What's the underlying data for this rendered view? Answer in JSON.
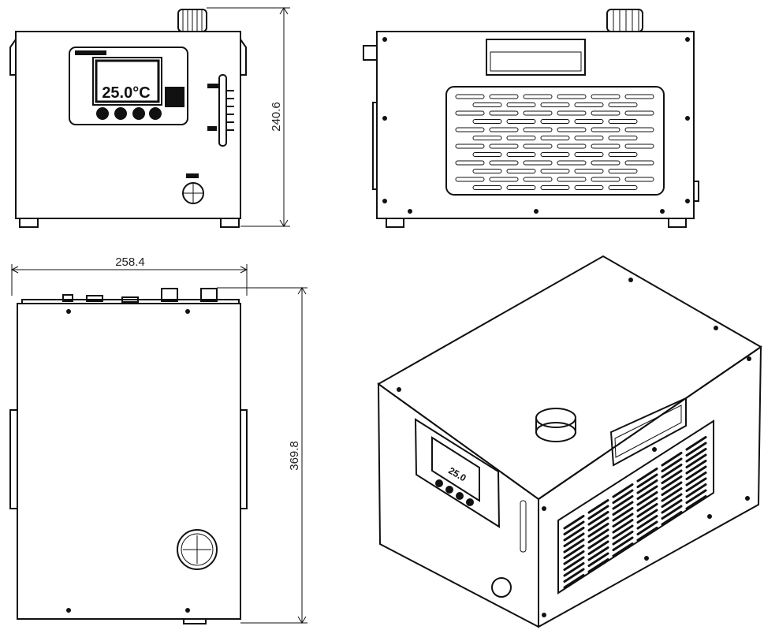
{
  "drawing": {
    "title": "Chiller unit dimensional drawing",
    "dimensions": {
      "height": "240.6",
      "width": "258.4",
      "depth": "369.8"
    },
    "display_reading": "25.0°C",
    "views": [
      "front-view",
      "side-view",
      "top-view",
      "isometric-view"
    ]
  },
  "colors": {
    "line": "#111111",
    "background": "#ffffff"
  }
}
